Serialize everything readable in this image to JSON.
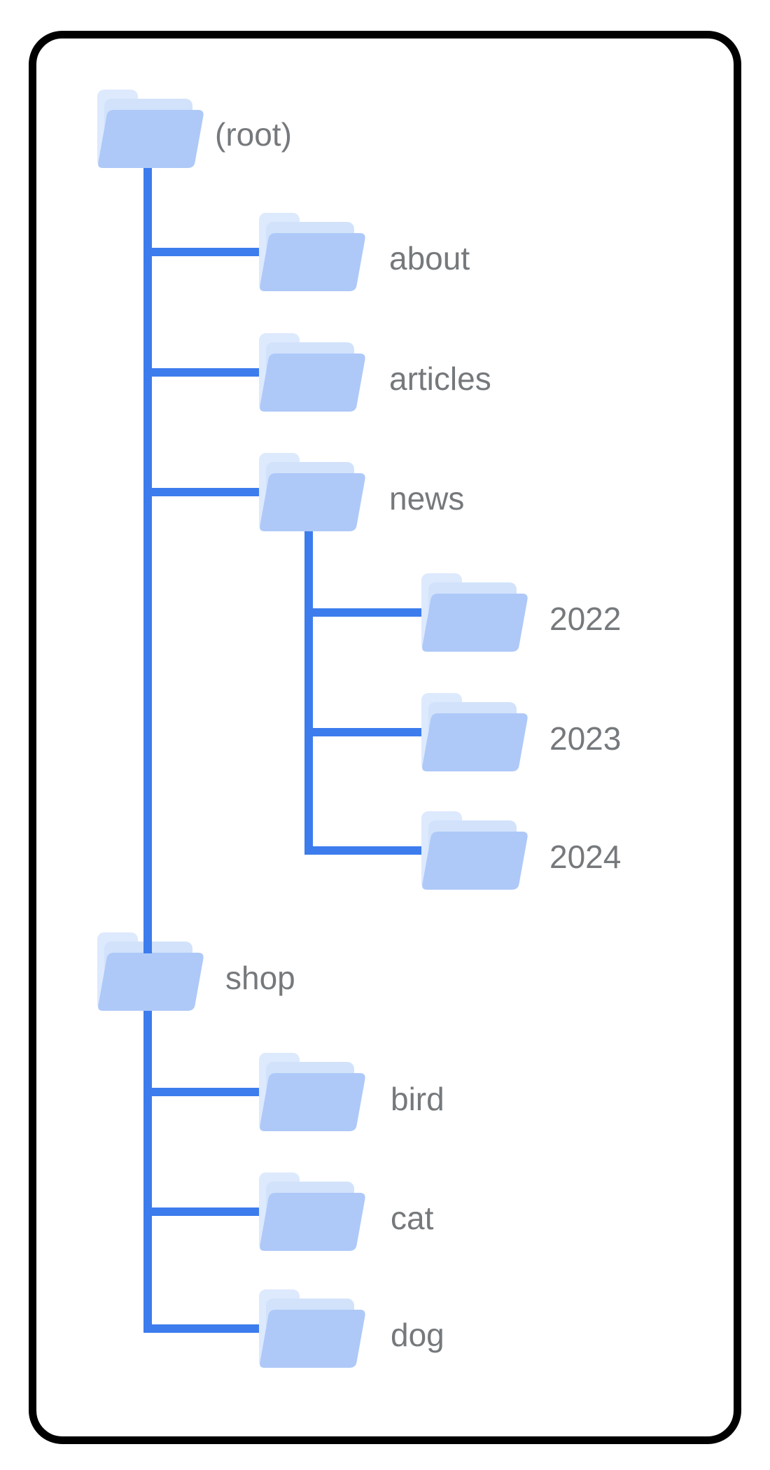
{
  "diagram": {
    "type": "sitemap-folder-tree",
    "tree": {
      "label": "(root)",
      "children": [
        {
          "label": "about",
          "children": []
        },
        {
          "label": "articles",
          "children": []
        },
        {
          "label": "news",
          "children": [
            {
              "label": "2022"
            },
            {
              "label": "2023"
            },
            {
              "label": "2024"
            }
          ]
        },
        {
          "label": "shop",
          "children": [
            {
              "label": "bird"
            },
            {
              "label": "cat"
            },
            {
              "label": "dog"
            }
          ]
        }
      ]
    }
  },
  "icons": {
    "folder": "open-folder-icon"
  },
  "theme": {
    "background": "#ffffff",
    "border_color": "#000000",
    "line_color": "#3d7ced",
    "text_color": "#76797c",
    "folder_back": "#dde9fd",
    "folder_mid": "#d2e2fb",
    "folder_front": "#aec9f8"
  }
}
